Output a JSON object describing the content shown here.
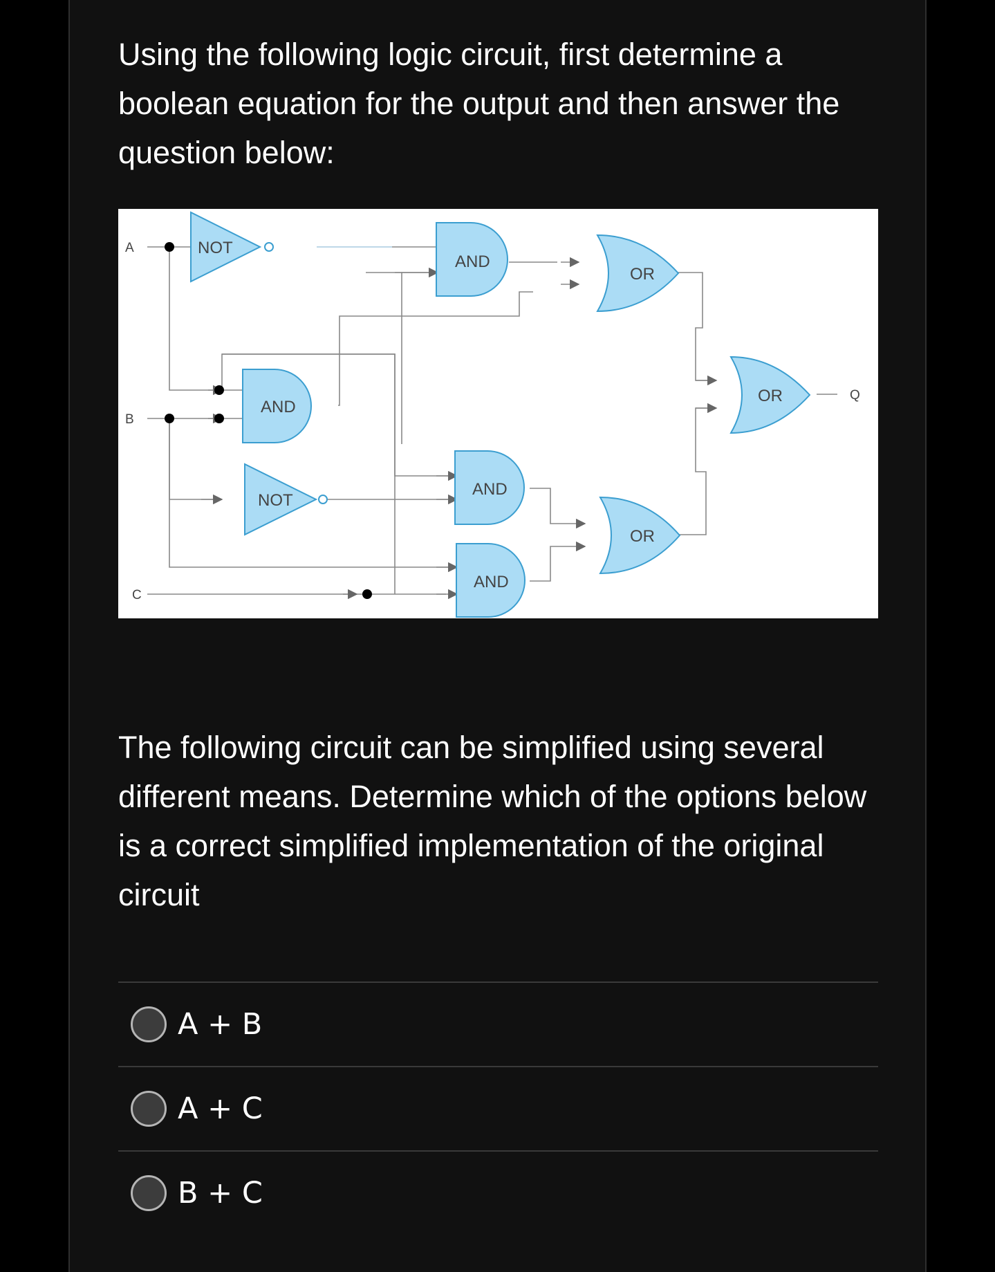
{
  "question": {
    "intro": "Using the following logic circuit, first determine a boolean equation for the output and then answer the question below:",
    "prompt": "The following circuit can be simplified using several different means.  Determine which of the options below is a correct simplified implementation of the original circuit"
  },
  "circuit": {
    "inputs": [
      "A",
      "B",
      "C"
    ],
    "output": "Q",
    "gates": {
      "not_a": "NOT",
      "and_top": "AND",
      "or_top": "OR",
      "and_ab": "AND",
      "or_final": "OR",
      "not_b": "NOT",
      "and_mid": "AND",
      "or_bottom": "OR",
      "and_bottom": "AND"
    },
    "colors": {
      "gate_fill": "#abdcf5",
      "gate_stroke": "#3b9ed0"
    }
  },
  "options": [
    {
      "label": "A + B"
    },
    {
      "label": "A + C"
    },
    {
      "label": "B + C"
    }
  ]
}
